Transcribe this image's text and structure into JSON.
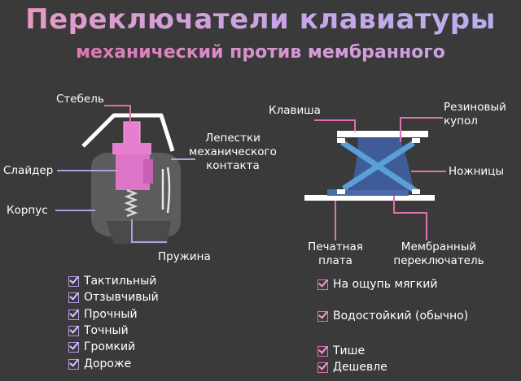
{
  "title": "Переключатели клавиатуры",
  "subtitle": "механический против мембранного",
  "mechanical": {
    "labels": {
      "stem": "Стебель",
      "slider": "Слайдер",
      "housing": "Корпус",
      "leaves_1": "Лепестки",
      "leaves_2": "механического",
      "leaves_3": "контакта",
      "spring": "Пружина"
    },
    "features": [
      "Тактильный",
      "Отзывчивый",
      "Прочный",
      "Точный",
      "Громкий",
      "Дороже"
    ]
  },
  "membrane": {
    "labels": {
      "key": "Клавиша",
      "dome_1": "Резиновый",
      "dome_2": "купол",
      "scissors": "Ножницы",
      "pcb_1": "Печатная",
      "pcb_2": "плата",
      "switch_1": "Мембранный",
      "switch_2": "переключатель"
    },
    "features": [
      "На ощупь мягкий",
      "Водостойкий (обычно)",
      "Тише",
      "Дешевле"
    ]
  },
  "colors": {
    "accent_purple": "#b49ce0",
    "accent_pink": "#e070b0",
    "stem_pink": "#e67fd0",
    "membrane_blue": "#4a6aa8",
    "scissor_blue": "#5aa0d8"
  }
}
